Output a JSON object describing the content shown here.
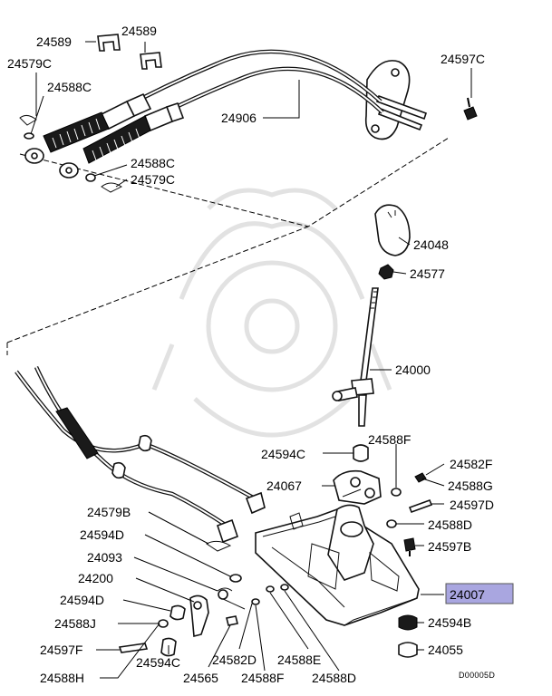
{
  "diagram": {
    "code": "D00005D",
    "highlight_color": "#a9a6e0",
    "labels": {
      "p24589a": "24589",
      "p24589b": "24589",
      "p24579c_top": "24579C",
      "p24588c_top": "24588C",
      "p24906": "24906",
      "p24597c": "24597C",
      "p24588c_mid": "24588C",
      "p24579c_mid": "24579C",
      "p24048": "24048",
      "p24577": "24577",
      "p24000": "24000",
      "p24594c_top": "24594C",
      "p24588f_top": "24588F",
      "p24582f": "24582F",
      "p24067": "24067",
      "p24588g": "24588G",
      "p24597d": "24597D",
      "p24579b": "24579B",
      "p24588d_right": "24588D",
      "p24594d_top": "24594D",
      "p24597b": "24597B",
      "p24093": "24093",
      "p24200": "24200",
      "p24007": "24007",
      "p24594d_bot": "24594D",
      "p24594b": "24594B",
      "p24588j": "24588J",
      "p24597f": "24597F",
      "p24594c_bot": "24594C",
      "p24582d": "24582D",
      "p24588e": "24588E",
      "p24055": "24055",
      "p24588h": "24588H",
      "p24565": "24565",
      "p24588f_bot": "24588F",
      "p24588d_bot": "24588D"
    }
  }
}
